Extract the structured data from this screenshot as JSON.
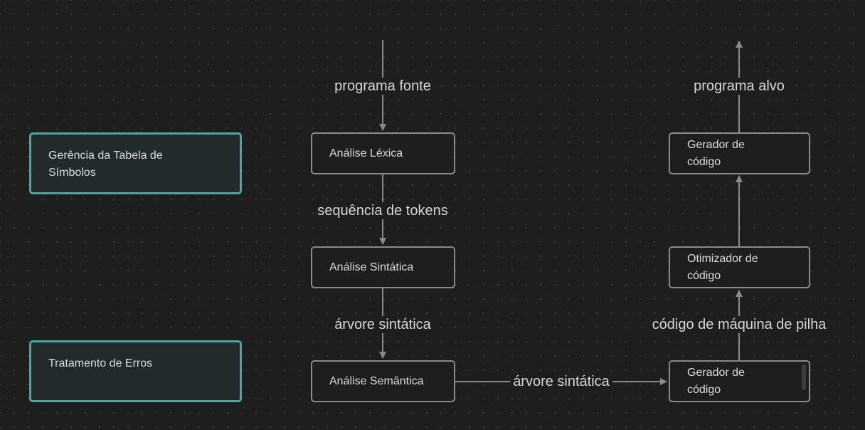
{
  "nodes": {
    "symbol_table": "Gerência da Tabela de Símbolos",
    "error_handling": "Tratamento de Erros",
    "lexical": "Análise Léxica",
    "syntactic": "Análise Sintática",
    "semantic": "Análise Semântica",
    "codegen_top": "Gerador de código",
    "optimizer": "Otimizador de código",
    "codegen_bottom": "Gerador de código"
  },
  "edge_labels": {
    "source_program": "programa fonte",
    "token_sequence": "sequência de tokens",
    "syntax_tree_1": "árvore sintática",
    "syntax_tree_2": "árvore sintática",
    "stack_machine_code": "código de máquina de pilha",
    "target_program": "programa alvo"
  },
  "colors": {
    "background": "#1e1e1e",
    "node_border": "#8a8a8a",
    "side_node_border": "#4aa6a0",
    "edge": "#8a8a8a",
    "text": "#dcdcdc"
  }
}
